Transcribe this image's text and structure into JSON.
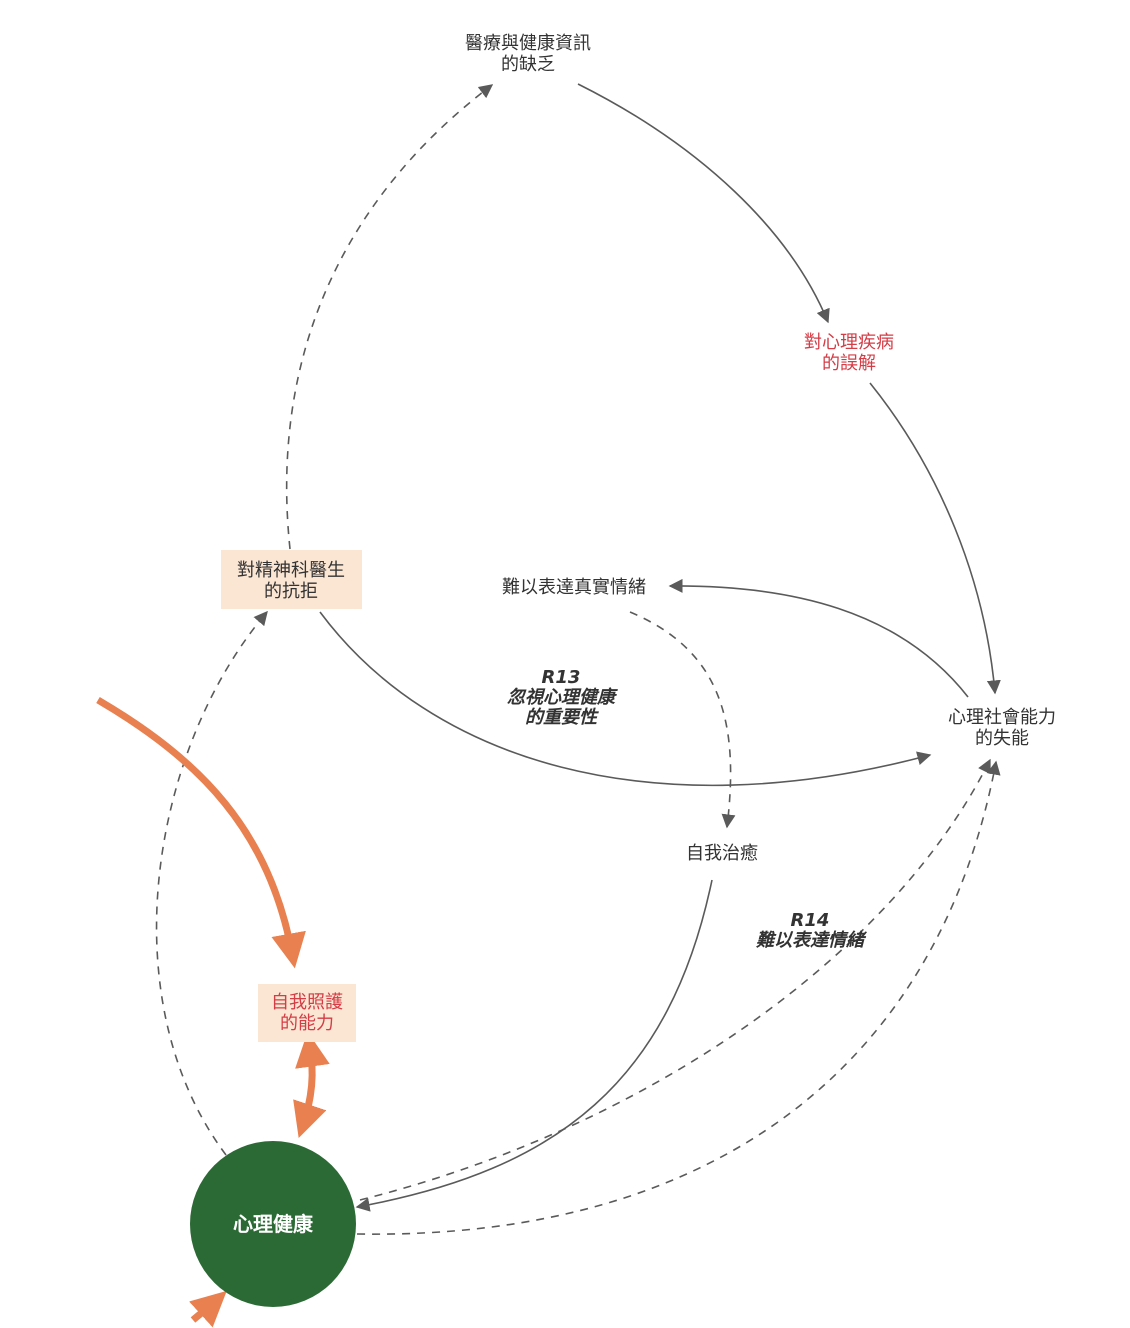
{
  "colors": {
    "node_text": "#333333",
    "highlight_text": "#d43c46",
    "node_box_fill": "#fbe6d3",
    "edge": "#5a5a5a",
    "orange_edge": "#e8804f",
    "circle_fill": "#2b6a35",
    "circle_text": "#ffffff"
  },
  "nodes": {
    "info_lack": {
      "line1": "醫療與健康資訊",
      "line2": "的缺乏"
    },
    "misunderstanding": {
      "line1": "對心理疾病",
      "line2": "的誤解"
    },
    "psychiatrist_resistance": {
      "line1": "對精神科醫生",
      "line2": "的抗拒"
    },
    "hard_to_express": {
      "line1": "難以表達真實情緒"
    },
    "psychosocial_disability": {
      "line1": "心理社會能力",
      "line2": "的失能"
    },
    "self_healing": {
      "line1": "自我治癒"
    },
    "self_care": {
      "line1": "自我照護",
      "line2": "的能力"
    },
    "mental_health": {
      "line1": "心理健康"
    }
  },
  "loops": {
    "r13": {
      "id": "R13",
      "line1": "忽視心理健康",
      "line2": "的重要性"
    },
    "r14": {
      "id": "R14",
      "line1": "難以表達情緒"
    }
  }
}
